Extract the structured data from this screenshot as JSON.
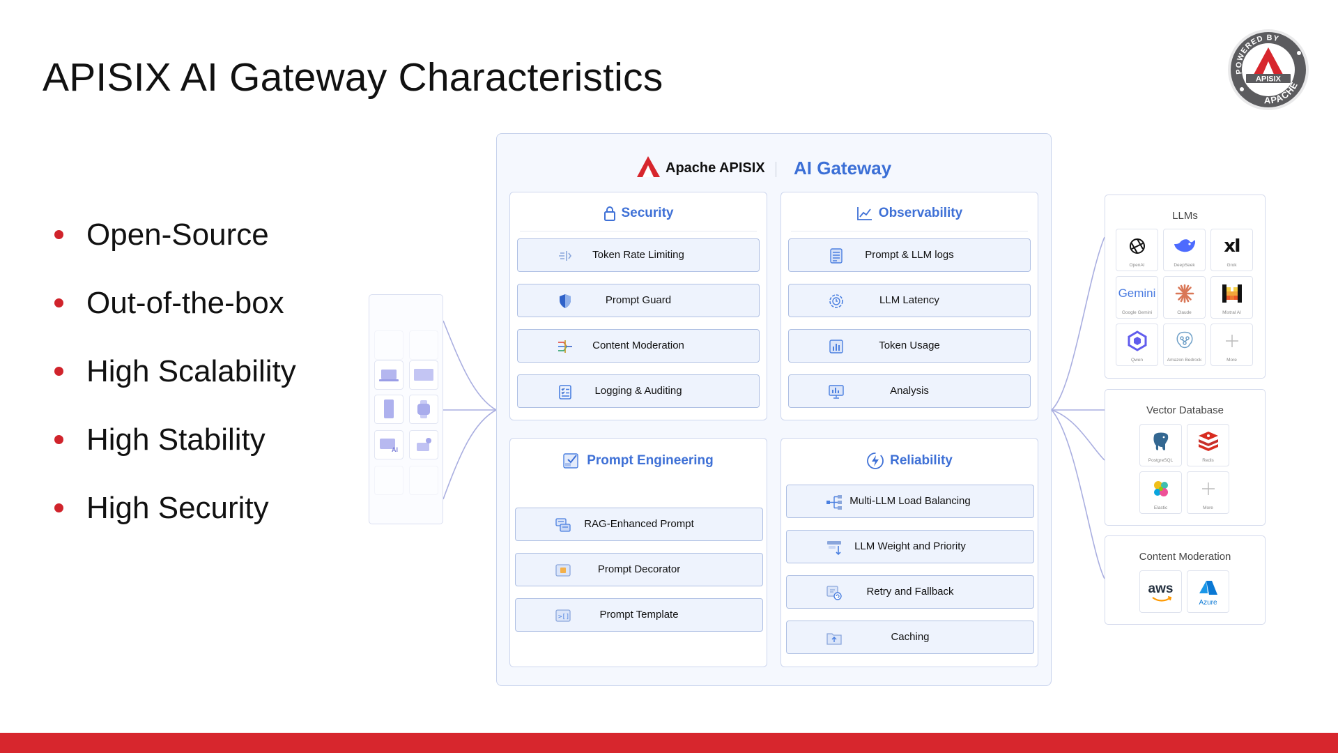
{
  "slide": {
    "title": "APISIX AI Gateway Characteristics",
    "bullets": [
      "Open-Source",
      "Out-of-the-box",
      "High Scalability",
      "High Stability",
      "High Security"
    ],
    "badge": {
      "top_text": "POWERED BY",
      "center_text": "APISIX",
      "bottom_text": "APACHE"
    }
  },
  "gateway": {
    "brand": "Apache APISIX",
    "product": "AI Gateway",
    "sections": [
      {
        "title": "Security",
        "icon": "lock-icon",
        "items": [
          {
            "label": "Token Rate Limiting",
            "icon": "rate-limit-icon"
          },
          {
            "label": "Prompt Guard",
            "icon": "shield-icon"
          },
          {
            "label": "Content Moderation",
            "icon": "moderation-icon"
          },
          {
            "label": "Logging & Auditing",
            "icon": "checklist-icon"
          }
        ]
      },
      {
        "title": "Observability",
        "icon": "chart-icon",
        "items": [
          {
            "label": "Prompt & LLM logs",
            "icon": "document-icon"
          },
          {
            "label": "LLM Latency",
            "icon": "clock-icon"
          },
          {
            "label": "Token Usage",
            "icon": "bar-chart-icon"
          },
          {
            "label": "Analysis",
            "icon": "monitor-icon"
          }
        ]
      },
      {
        "title": "Prompt Engineering",
        "icon": "prompt-icon",
        "items": [
          {
            "label": "RAG-Enhanced Prompt",
            "icon": "rag-icon"
          },
          {
            "label": "Prompt Decorator",
            "icon": "decorator-icon"
          },
          {
            "label": "Prompt Template",
            "icon": "template-icon"
          }
        ]
      },
      {
        "title": "Reliability",
        "icon": "lightning-icon",
        "items": [
          {
            "label": "Multi-LLM Load Balancing",
            "icon": "load-balance-icon"
          },
          {
            "label": "LLM Weight and Priority",
            "icon": "weight-icon"
          },
          {
            "label": "Retry and Fallback",
            "icon": "retry-icon"
          },
          {
            "label": "Caching",
            "icon": "folder-icon"
          }
        ]
      }
    ]
  },
  "providers": {
    "llms": {
      "title": "LLMs",
      "items": [
        {
          "name": "OpenAI",
          "icon": "openai-icon"
        },
        {
          "name": "DeepSeek",
          "icon": "deepseek-icon"
        },
        {
          "name": "Grok",
          "icon": "grok-icon",
          "glyph": "xI"
        },
        {
          "name": "Google Gemini",
          "icon": "gemini-icon",
          "glyph": "Gemini"
        },
        {
          "name": "Claude",
          "icon": "claude-icon"
        },
        {
          "name": "Mistral AI",
          "icon": "mistral-icon"
        },
        {
          "name": "Qwen",
          "icon": "qwen-icon"
        },
        {
          "name": "Amazon Bedrock",
          "icon": "bedrock-icon"
        },
        {
          "name": "More",
          "icon": "plus-icon"
        }
      ]
    },
    "vector_db": {
      "title": "Vector Database",
      "items": [
        {
          "name": "PostgreSQL",
          "icon": "postgresql-icon"
        },
        {
          "name": "Redis",
          "icon": "redis-icon"
        },
        {
          "name": "Elastic",
          "icon": "elastic-icon"
        },
        {
          "name": "More",
          "icon": "plus-icon"
        }
      ]
    },
    "content_moderation": {
      "title": "Content Moderation",
      "items": [
        {
          "name": "",
          "icon": "aws-icon",
          "glyph": "aws"
        },
        {
          "name": "",
          "icon": "azure-icon",
          "glyph": "Azure"
        }
      ]
    }
  },
  "colors": {
    "accent_blue": "#3b6fd6",
    "brand_red": "#d7262d",
    "feature_bg": "#eef3fd",
    "feature_border": "#aebfe3"
  }
}
